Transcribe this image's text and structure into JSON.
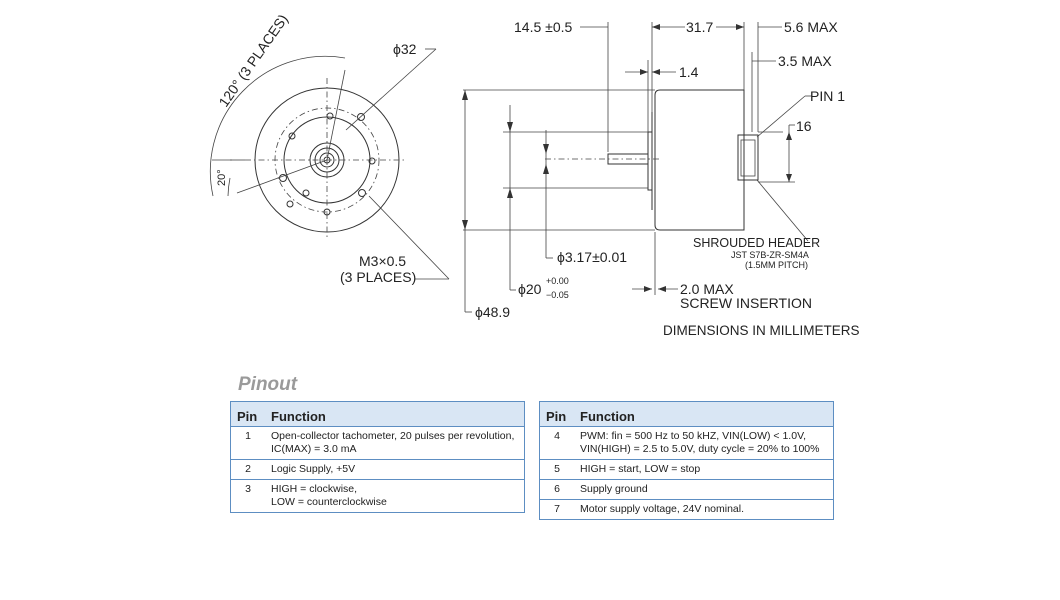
{
  "drawing": {
    "dim_120": "120° (3 PLACES)",
    "dim_32": "ϕ32",
    "dim_20deg": "20°",
    "dim_m3": "M3×0.5",
    "dim_m3_places": "(3 PLACES)",
    "dim_14_5": "14.5 ±0.5",
    "dim_31_7": "31.7",
    "dim_5_6": "5.6 MAX",
    "dim_3_5": "3.5 MAX",
    "dim_1_4": "1.4",
    "pin1": "PIN 1",
    "dim_16": "16",
    "dim_shaft": "ϕ3.17±0.01",
    "dim_pilot": "ϕ20",
    "dim_pilot_tol_up": "+0.00",
    "dim_pilot_tol_down": "−0.05",
    "dim_48_9": "ϕ48.9",
    "dim_2_0": "2.0 MAX",
    "screw_insertion": "SCREW INSERTION",
    "shrouded_header": "SHROUDED HEADER",
    "header_part": "JST S7B-ZR-SM4A",
    "header_pitch": "(1.5MM PITCH)",
    "units_note": "DIMENSIONS IN MILLIMETERS"
  },
  "pinout": {
    "title": "Pinout",
    "header_pin": "Pin",
    "header_function": "Function",
    "table_left": [
      {
        "pin": "1",
        "line1": "Open-collector tachometer, 20 pulses per revolution,",
        "line2": "IC(MAX) = 3.0 mA"
      },
      {
        "pin": "2",
        "line1": "Logic Supply, +5V",
        "line2": ""
      },
      {
        "pin": "3",
        "line1": "HIGH = clockwise,",
        "line2": "LOW = counterclockwise"
      }
    ],
    "table_right": [
      {
        "pin": "4",
        "line1": "PWM: fin = 500 Hz to 50 kHZ, VIN(LOW) < 1.0V,",
        "line2": "VIN(HIGH) = 2.5 to 5.0V, duty cycle = 20% to 100%"
      },
      {
        "pin": "5",
        "line1": "HIGH = start, LOW = stop",
        "line2": ""
      },
      {
        "pin": "6",
        "line1": "Supply ground",
        "line2": ""
      },
      {
        "pin": "7",
        "line1": "Motor supply voltage, 24V nominal.",
        "line2": ""
      }
    ]
  }
}
